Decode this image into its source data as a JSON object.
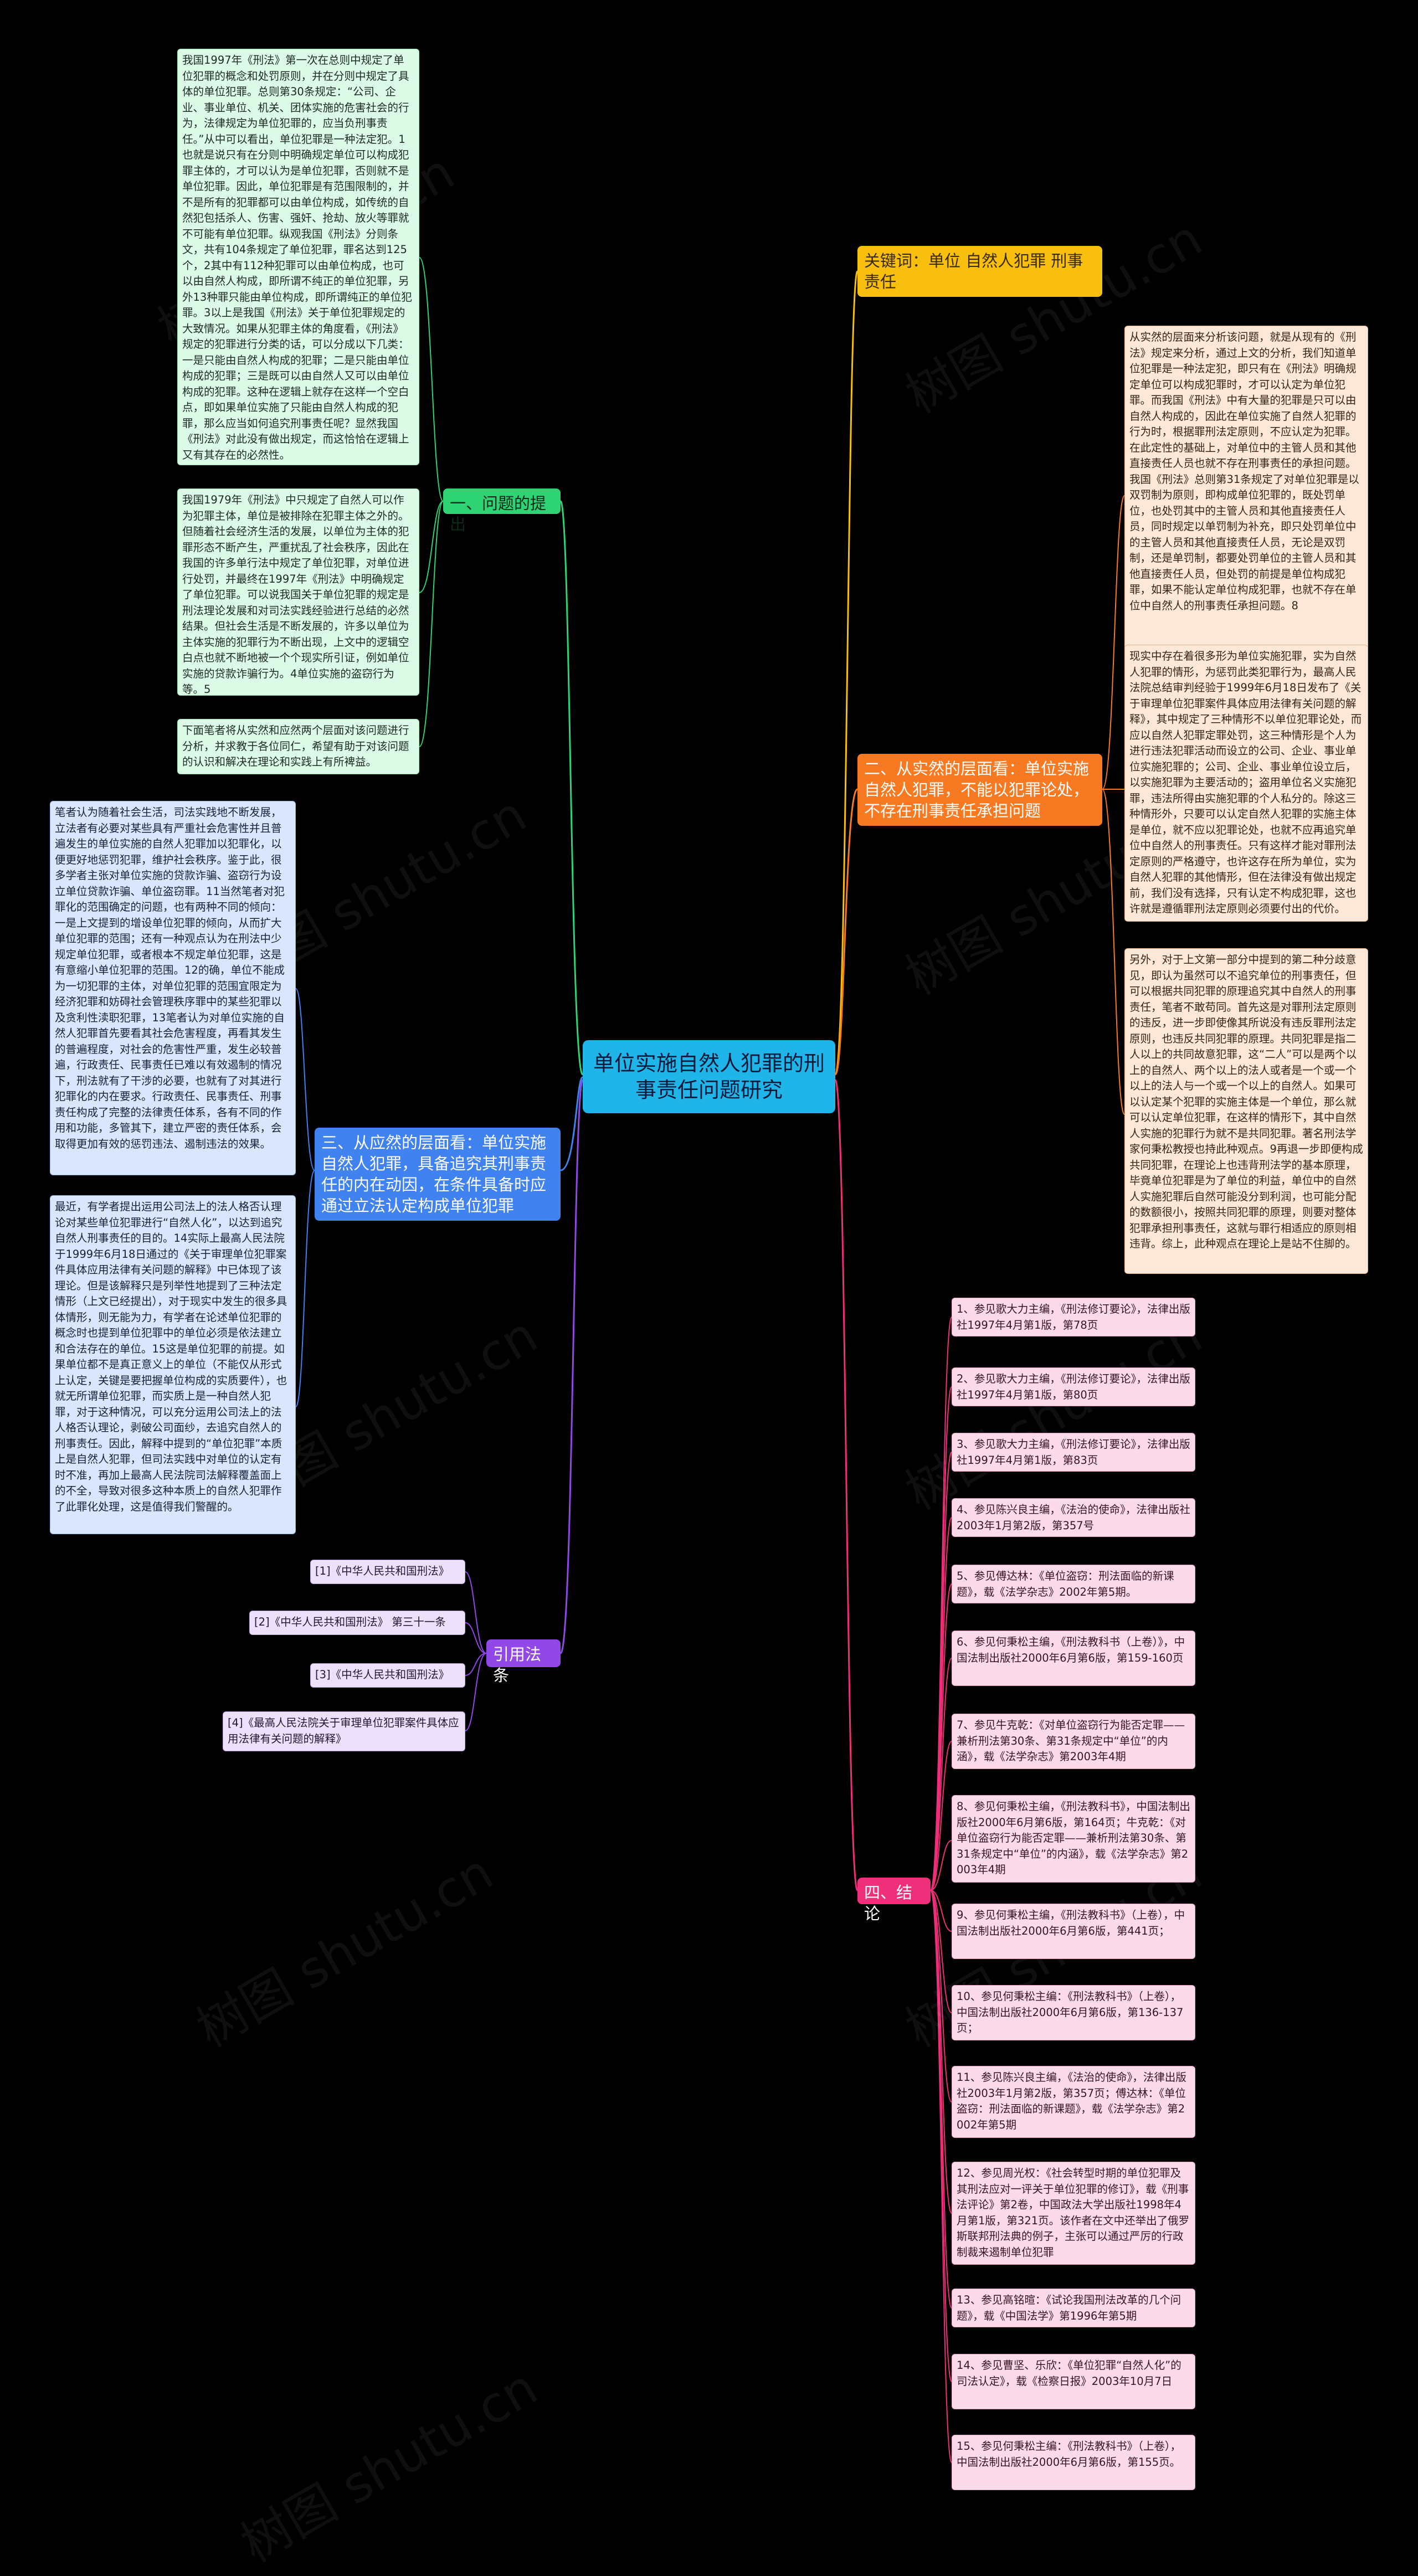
{
  "root": {
    "title": "单位实施自然人犯罪的刑事责任问题研究"
  },
  "branches": {
    "keywords": {
      "label": "关键词：单位  自然人犯罪  刑事责任"
    },
    "problem": {
      "label": "一、问题的提出"
    },
    "practical": {
      "label": "二、从实然的层面看：单位实施自然人犯罪，不能以犯罪论处，不存在刑事责任承担问题"
    },
    "ought": {
      "label": "三、从应然的层面看：单位实施自然人犯罪，具备追究其刑事责任的内在动因，在条件具备时应通过立法认定构成单位犯罪"
    },
    "laws": {
      "label": "引用法条"
    },
    "conclusion": {
      "label": "四、结论"
    }
  },
  "problem_leaves": [
    "我国1997年《刑法》第一次在总则中规定了单位犯罪的概念和处罚原则，并在分则中规定了具体的单位犯罪。总则第30条规定：“公司、企业、事业单位、机关、团体实施的危害社会的行为，法律规定为单位犯罪的，应当负刑事责任。”从中可以看出，单位犯罪是一种法定犯。1也就是说只有在分则中明确规定单位可以构成犯罪主体的，才可以认为是单位犯罪，否则就不是单位犯罪。因此，单位犯罪是有范围限制的，并不是所有的犯罪都可以由单位构成，如传统的自然犯包括杀人、伤害、强奸、抢劫、放火等罪就不可能有单位犯罪。纵观我国《刑法》分则条文，共有104条规定了单位犯罪，罪名达到125个，2其中有112种犯罪可以由单位构成，也可以由自然人构成，即所谓不纯正的单位犯罪，另外13种罪只能由单位构成，即所谓纯正的单位犯罪。3以上是我国《刑法》关于单位犯罪规定的大致情况。如果从犯罪主体的角度看，《刑法》规定的犯罪进行分类的话，可以分成以下几类：一是只能由自然人构成的犯罪；二是只能由单位构成的犯罪；三是既可以由自然人又可以由单位构成的犯罪。这种在逻辑上就存在这样一个空白点，即如果单位实施了只能由自然人构成的犯罪，那么应当如何追究刑事责任呢？显然我国《刑法》对此没有做出规定，而这恰恰在逻辑上又有其存在的必然性。",
    "我国1979年《刑法》中只规定了自然人可以作为犯罪主体，单位是被排除在犯罪主体之外的。但随着社会经济生活的发展，以单位为主体的犯罪形态不断产生，严重扰乱了社会秩序，因此在我国的许多单行法中规定了单位犯罪，对单位进行处罚，并最终在1997年《刑法》中明确规定了单位犯罪。可以说我国关于单位犯罪的规定是刑法理论发展和对司法实践经验进行总结的必然结果。但社会生活是不断发展的，许多以单位为主体实施的犯罪行为不断出现，上文中的逻辑空白点也就不断地被一个个现实所引证，例如单位实施的贷款诈骗行为。4单位实施的盗窃行为等。5",
    "下面笔者将从实然和应然两个层面对该问题进行分析，并求教于各位同仁，希望有助于对该问题的认识和解决在理论和实践上有所裨益。"
  ],
  "ought_leaves": [
    "笔者认为随着社会生活，司法实践地不断发展，立法者有必要对某些具有严重社会危害性并且普遍发生的单位实施的自然人犯罪加以犯罪化，以便更好地惩罚犯罪，维护社会秩序。鉴于此，很多学者主张对单位实施的贷款诈骗、盗窃行为设立单位贷款诈骗、单位盗窃罪。11当然笔者对犯罪化的范围确定的问题，也有两种不同的倾向：一是上文提到的增设单位犯罪的倾向，从而扩大单位犯罪的范围；还有一种观点认为在刑法中少规定单位犯罪，或者根本不规定单位犯罪，这是有意缩小单位犯罪的范围。12的确，单位不能成为一切犯罪的主体，对单位犯罪的范围宜限定为经济犯罪和妨碍社会管理秩序罪中的某些犯罪以及贪利性渎职犯罪，13笔者认为对单位实施的自然人犯罪首先要看其社会危害程度，再看其发生的普遍程度，对社会的危害性严重，发生必较普遍，行政责任、民事责任已难以有效遏制的情况下，刑法就有了干涉的必要，也就有了对其进行犯罪化的内在要求。行政责任、民事责任、刑事责任构成了完整的法律责任体系，各有不同的作用和功能，多管其下，建立严密的责任体系，会取得更加有效的惩罚违法、遏制违法的效果。",
    "最近，有学者提出运用公司法上的法人格否认理论对某些单位犯罪进行“自然人化”，以达到追究自然人刑事责任的目的。14实际上最高人民法院于1999年6月18日通过的《关于审理单位犯罪案件具体应用法律有关问题的解释》中已体现了该理论。但是该解释只是列举性地提到了三种法定情形（上文已经提出），对于现实中发生的很多具体情形，则无能为力，有学者在论述单位犯罪的概念时也提到单位犯罪中的单位必须是依法建立和合法存在的单位。15这是单位犯罪的前提。如果单位都不是真正意义上的单位（不能仅从形式上认定，关键是要把握单位构成的实质要件），也就无所谓单位犯罪，而实质上是一种自然人犯罪，对于这种情况，可以充分运用公司法上的法人格否认理论，剥破公司面纱，去追究自然人的刑事责任。因此，解释中提到的“单位犯罪”本质上是自然人犯罪，但司法实践中对单位的认定有时不准，再加上最高人民法院司法解释覆盖面上的不全，导致对很多这种本质上的自然人犯罪作了此罪化处理，这是值得我们警醒的。"
  ],
  "practical_leaves": [
    "从实然的层面来分析该问题，就是从现有的《刑法》规定来分析，通过上文的分析，我们知道单位犯罪是一种法定犯，即只有在《刑法》明确规定单位可以构成犯罪时，才可以认定为单位犯罪。而我国《刑法》中有大量的犯罪是只可以由自然人构成的，因此在单位实施了自然人犯罪的行为时，根据罪刑法定原则，不应认定为犯罪。在此定性的基础上，对单位中的主管人员和其他直接责任人员也就不存在刑事责任的承担问题。我国《刑法》总则第31条规定了对单位犯罪是以双罚制为原则，即构成单位犯罪的，既处罚单位，也处罚其中的主管人员和其他直接责任人员，同时规定以单罚制为补充，即只处罚单位中的主管人员和其他直接责任人员，无论是双罚制，还是单罚制，都要处罚单位的主管人员和其他直接责任人员，但处罚的前提是单位构成犯罪，如果不能认定单位构成犯罪，也就不存在单位中自然人的刑事责任承担问题。8",
    "现实中存在着很多形为单位实施犯罪，实为自然人犯罪的情形，为惩罚此类犯罪行为，最高人民法院总结审判经验于1999年6月18日发布了《关于审理单位犯罪案件具体应用法律有关问题的解释》，其中规定了三种情形不以单位犯罪论处，而应以自然人犯罪定罪处罚，这三种情形是个人为进行违法犯罪活动而设立的公司、企业、事业单位实施犯罪的；公司、企业、事业单位设立后，以实施犯罪为主要活动的；盗用单位名义实施犯罪，违法所得由实施犯罪的个人私分的。除这三种情形外，只要可以认定自然人犯罪的实施主体是单位，就不应以犯罪论处，也就不应再追究单位中自然人的刑事责任。只有这样才能对罪刑法定原则的严格遵守，也许这存在所为单位，实为自然人犯罪的其他情形，但在法律没有做出规定前，我们没有选择，只有认定不构成犯罪，这也许就是遵循罪刑法定原则必须要付出的代价。",
    "另外，对于上文第一部分中提到的第二种分歧意见，即认为虽然可以不追究单位的刑事责任，但可以根据共同犯罪的原理追究其中自然人的刑事责任，笔者不敢苟同。首先这是对罪刑法定原则的违反，进一步即使像其所说没有违反罪刑法定原则，也违反共同犯罪的原理。共同犯罪是指二人以上的共同故意犯罪，这“二人”可以是两个以上的自然人、两个以上的法人或者是一个或一个以上的法人与一个或一个以上的自然人。如果可以认定某个犯罪的实施主体是一个单位，那么就可以认定单位犯罪，在这样的情形下，其中自然人实施的犯罪行为就不是共同犯罪。著名刑法学家何秉松教授也持此种观点。9再退一步即便构成共同犯罪，在理论上也违背刑法学的基本原理，毕竟单位犯罪是为了单位的利益，单位中的自然人实施犯罪后自然可能没分到利润，也可能分配的数额很小，按照共同犯罪的原理，则要对整体犯罪承担刑事责任，这就与罪行相适应的原则相违背。综上，此种观点在理论上是站不住脚的。"
  ],
  "law_leaves": [
    "[1]《中华人民共和国刑法》",
    "[2]《中华人民共和国刑法》 第三十一条",
    "[3]《中华人民共和国刑法》",
    "[4]《最高人民法院关于审理单位犯罪案件具体应用法律有关问题的解释》"
  ],
  "conclusion_leaves": [
    "1、参见歌大力主编，《刑法修订要论》，法律出版社1997年4月第1版，第78页",
    "2、参见歌大力主编，《刑法修订要论》，法律出版社1997年4月第1版，第80页",
    "3、参见歌大力主编，《刑法修订要论》，法律出版社1997年4月第1版，第83页",
    "4、参见陈兴良主编，《法治的使命》，法律出版社2003年1月第2版，第357号",
    "5、参见傅达林：《单位盗窃：刑法面临的新课题》，载《法学杂志》2002年第5期。",
    "6、参见何秉松主编，《刑法教科书（上卷）》，中国法制出版社2000年6月第6版，第159-160页",
    "7、参见牛克乾：《对单位盗窃行为能否定罪——兼析刑法第30条、第31条规定中“单位”的内涵》，载《法学杂志》第2003年4期",
    "8、参见何秉松主编，《刑法教科书》，中国法制出版社2000年6月第6版，第164页；牛克乾：《对单位盗窃行为能否定罪——兼析刑法第30条、第31条规定中“单位”的内涵》，载《法学杂志》第2003年4期",
    "9、参见何秉松主编，《刑法教科书》（上卷），中国法制出版社2000年6月第6版，第441页；",
    "10、参见何秉松主编：《刑法教科书》（上卷），中国法制出版社2000年6月第6版，第136-137页；",
    "11、参见陈兴良主编，《法治的使命》，法律出版社2003年1月第2版，第357页；傅达林：《单位盗窃：刑法面临的新课题》，载《法学杂志》第2002年第5期",
    "12、参见周光权：《社会转型时期的单位犯罪及其刑法应对一评关于单位犯罪的修订》，载《刑事法评论》第2卷，中国政法大学出版社1998年4月第1版，第321页。该作者在文中还举出了俄罗斯联邦刑法典的例子，主张可以通过严厉的行政制裁来遏制单位犯罪",
    "13、参见高铭暄：《试论我国刑法改革的几个问题》，载《中国法学》第1996年第5期",
    "14、参见曹坚、乐欣：《单位犯罪“自然人化”的司法认定》，载《检察日报》2003年10月7日",
    "15、参见何秉松主编：《刑法教科书》（上卷），中国法制出版社2000年6月第6版，第155页。"
  ],
  "watermark": "树图 shutu.cn",
  "colors": {
    "background": "#000000",
    "root": "#20b5e8",
    "yellow": "#f8bf0e",
    "green": "#2ed473",
    "blue": "#3f82f0",
    "orange": "#f77921",
    "purple": "#9248e6",
    "pink": "#ef2f79"
  }
}
